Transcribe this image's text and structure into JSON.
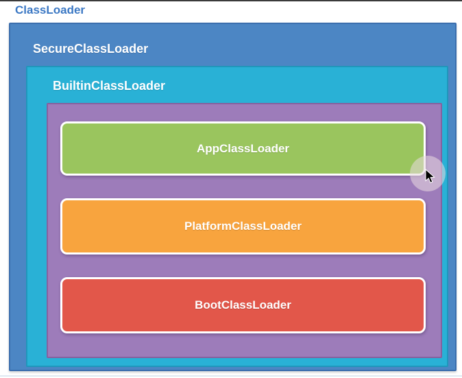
{
  "title": {
    "label": "ClassLoader"
  },
  "diagram": {
    "layers": {
      "secure": {
        "label": "SecureClassLoader",
        "fill": "#4c86c4",
        "border": "#3a6dad"
      },
      "builtin": {
        "label": "BuiltinClassLoader",
        "fill": "#29b1d6",
        "border": "#1f96bb"
      },
      "inner": {
        "fill": "#9d7cba",
        "border": "#85619f"
      }
    },
    "loaders": [
      {
        "label": "AppClassLoader",
        "fill": "#9ac55e"
      },
      {
        "label": "PlatformClassLoader",
        "fill": "#f8a43e"
      },
      {
        "label": "BootClassLoader",
        "fill": "#e2574a"
      }
    ]
  },
  "colors": {
    "title_text": "#3b78c4",
    "label_text": "#ffffff",
    "click_highlight": "rgba(234,219,224,0.55)",
    "top_edge": "#3a3a3a"
  }
}
